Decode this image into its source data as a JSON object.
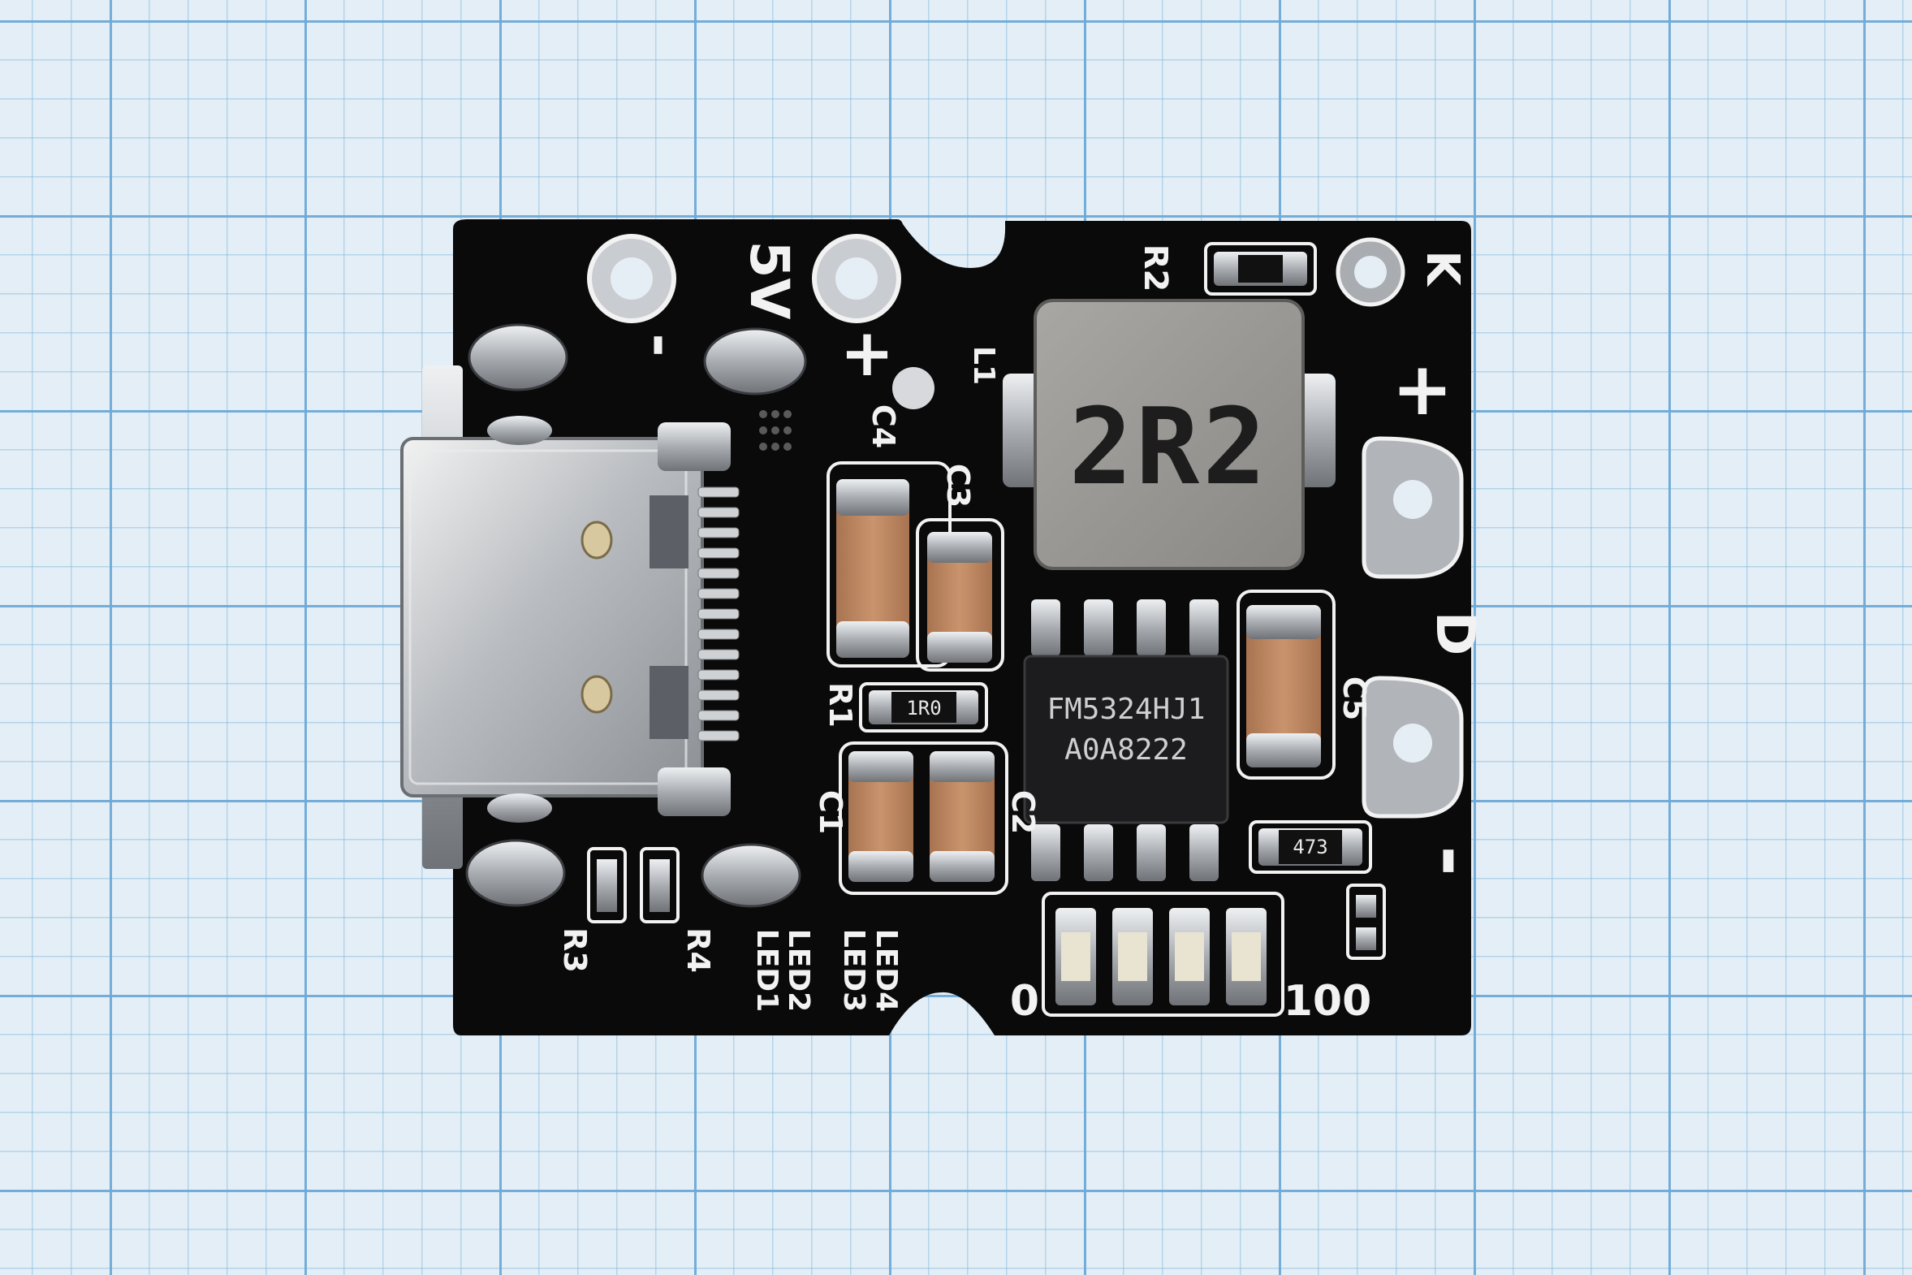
{
  "board": {
    "silkscreen": {
      "v5": "5V",
      "plus_top": "+",
      "minus_top": "-",
      "plus_right": "+",
      "minus_right": "-",
      "k": "K",
      "d": "D",
      "r2": "R2",
      "l1": "L1",
      "c1": "C1",
      "c2": "C2",
      "c3": "C3",
      "c4": "C4",
      "c5": "C5",
      "r1": "R1",
      "r3": "R3",
      "r4": "R4",
      "led1": "LED1",
      "led2": "LED2",
      "led3": "LED3",
      "led4": "LED4",
      "zero": "0",
      "hundred": "100"
    },
    "inductor_marking": "2R2",
    "ic_marking_line1": "FM5324HJ1",
    "ic_marking_line2": "A0A8222",
    "resistor_r1_marking": "1R0",
    "resistor_r3_marking": "473",
    "colors": {
      "pcb": "#0a0a0a",
      "silkscreen": "#f2f2f2",
      "solder": "#c8ccd0",
      "capacitor": "#b8845e",
      "grid_major": "#6eaad7",
      "paper": "#e4eef6"
    }
  }
}
